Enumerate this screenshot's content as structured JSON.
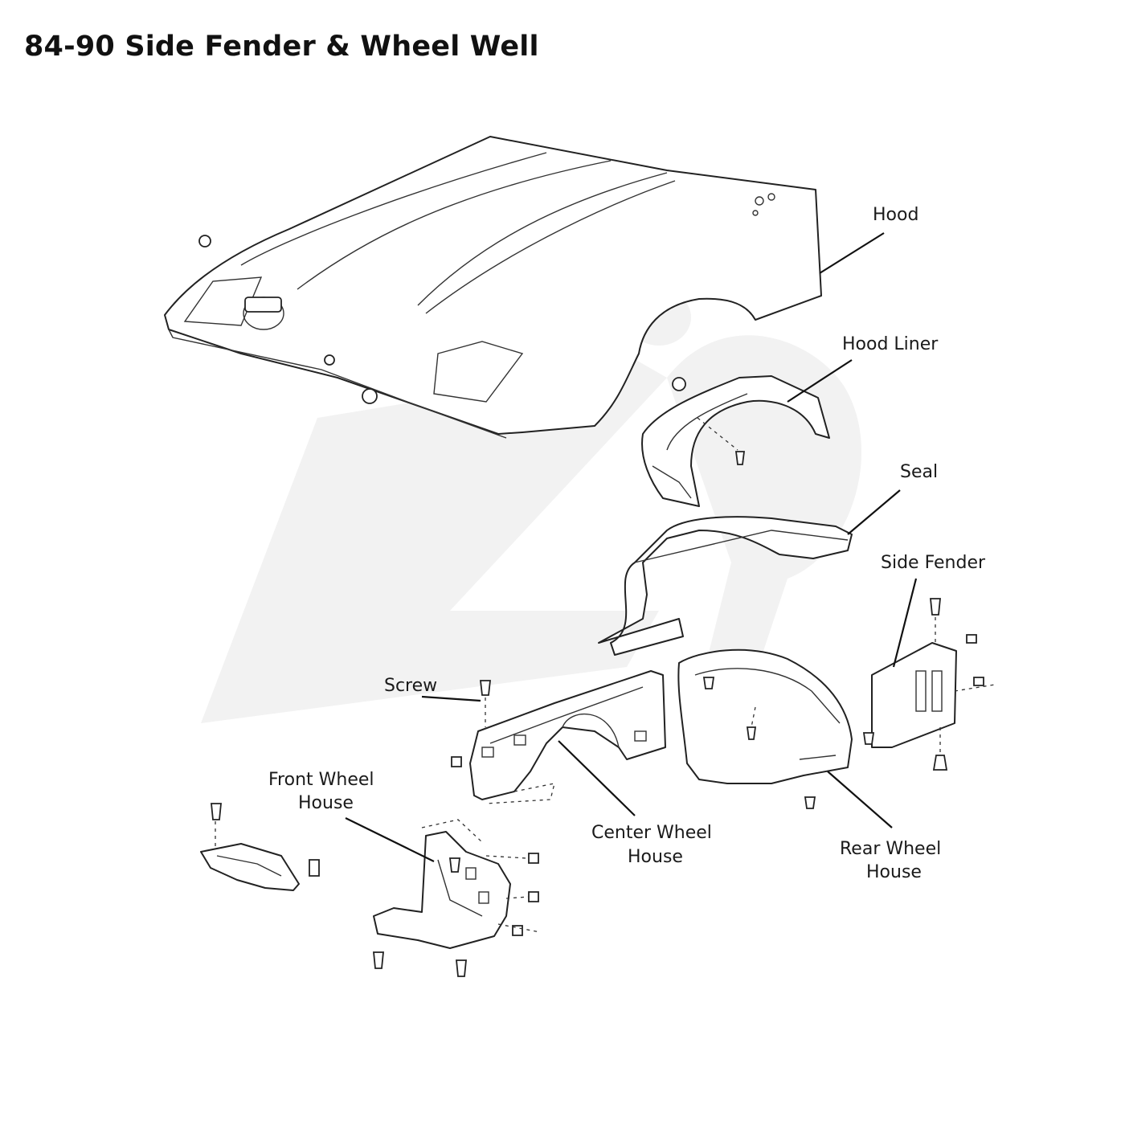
{
  "title": "84-90 Side Fender & Wheel Well",
  "labels": {
    "hood": "Hood",
    "hood_liner": "Hood Liner",
    "seal": "Seal",
    "side_fender": "Side Fender",
    "screw": "Screw",
    "front_wheel_house_1": "Front Wheel",
    "front_wheel_house_2": "House",
    "center_wheel_house_1": "Center Wheel",
    "center_wheel_house_2": "House",
    "rear_wheel_house_1": "Rear Wheel",
    "rear_wheel_house_2": "House"
  },
  "colors": {
    "ink": "#222222",
    "watermark": "#f2f2f2"
  }
}
